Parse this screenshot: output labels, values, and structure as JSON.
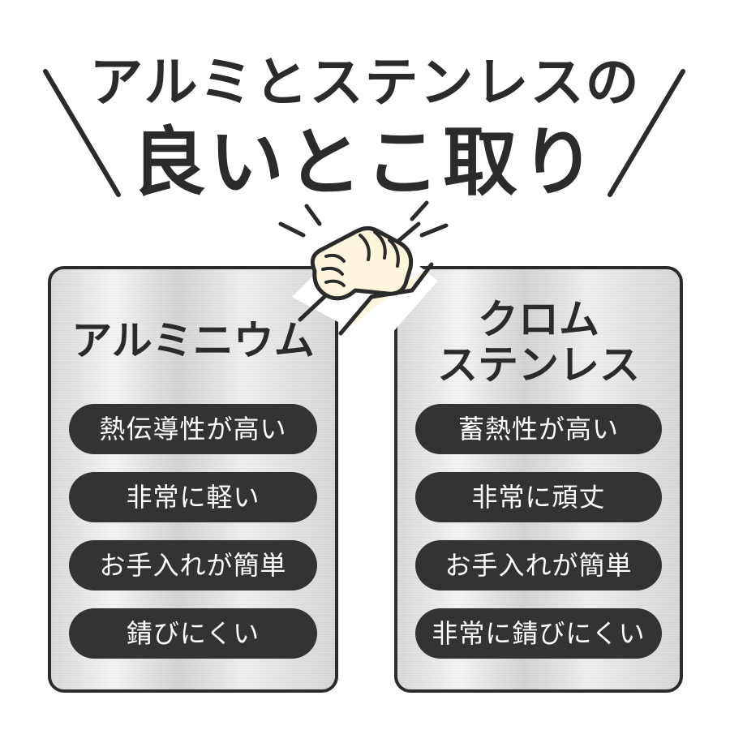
{
  "header": {
    "line1": "アルミとステンレスの",
    "line2": "良いとこ取り"
  },
  "icons": {
    "decoration": "diagonal-slash-icon",
    "center": "handshake-icon"
  },
  "colors": {
    "text": "#2b2b2b",
    "pill_background": "#333333",
    "pill_text": "#ffffff",
    "panel_metal": "#d9d9d9",
    "hand_fill": "#fdf6dc"
  },
  "left_panel": {
    "title": "アルミニウム",
    "features": [
      "熱伝導性が高い",
      "非常に軽い",
      "お手入れが簡単",
      "錆びにくい"
    ]
  },
  "right_panel": {
    "title_line1": "クロム",
    "title_line2": "ステンレス",
    "features": [
      "蓄熱性が高い",
      "非常に頑丈",
      "お手入れが簡単",
      "非常に錆びにくい"
    ]
  }
}
